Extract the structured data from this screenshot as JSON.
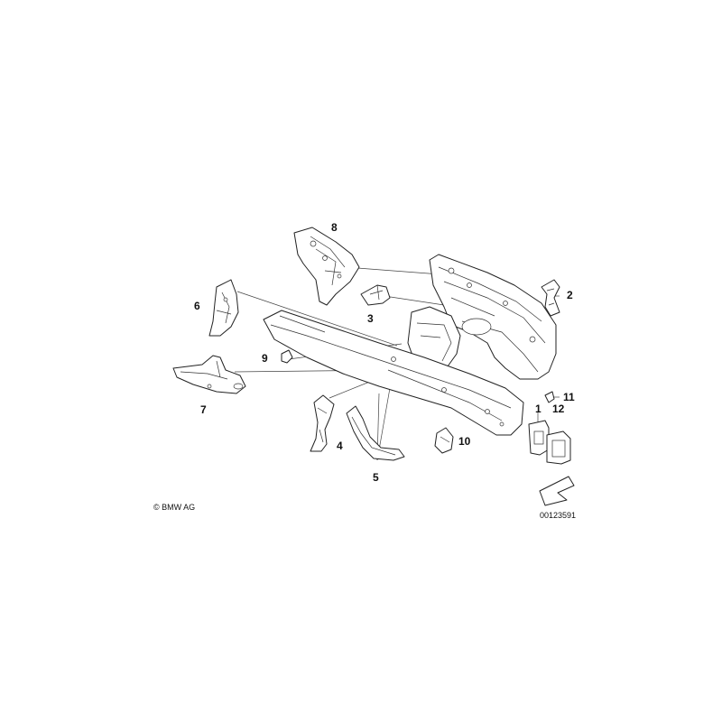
{
  "diagram": {
    "copyright": "© BMW AG",
    "figure_id": "00123591",
    "callouts": [
      "1",
      "2",
      "3",
      "4",
      "5",
      "6",
      "7",
      "8",
      "9",
      "10",
      "11",
      "12"
    ]
  }
}
